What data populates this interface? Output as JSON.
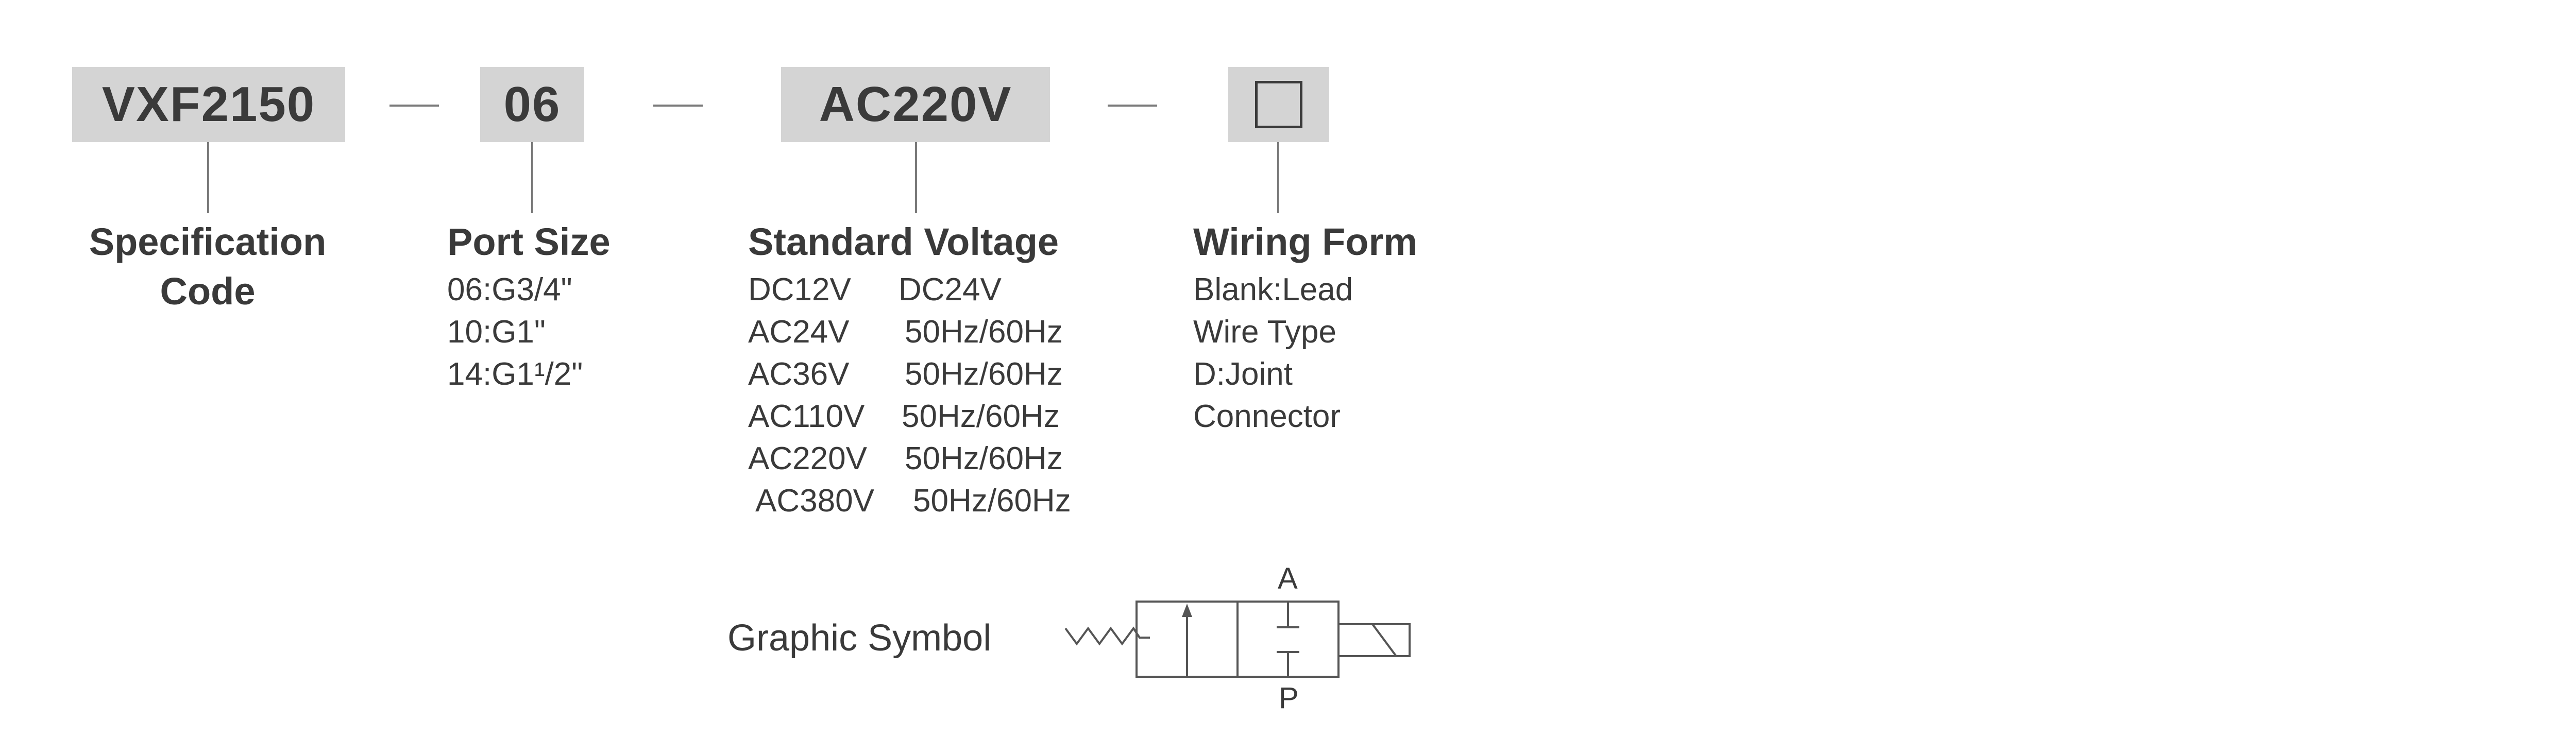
{
  "codes": {
    "spec": "VXF2150",
    "port": "06",
    "voltage": "AC220V",
    "separator_1": "—",
    "separator_2": "—",
    "separator_3": "—"
  },
  "spec_section": {
    "heading_line1": "Specification",
    "heading_line2": "Code"
  },
  "port_section": {
    "heading": "Port Size",
    "items": [
      "06:G3/4\"",
      "10:G1\"",
      "14:G1¹/2\""
    ]
  },
  "voltage_section": {
    "heading": "Standard Voltage",
    "rows": [
      {
        "voltage": "DC12V",
        "freq": "DC24V"
      },
      {
        "voltage": "AC24V",
        "freq": "50Hz/60Hz"
      },
      {
        "voltage": "AC36V",
        "freq": "50Hz/60Hz"
      },
      {
        "voltage": "AC110V",
        "freq": "50Hz/60Hz"
      },
      {
        "voltage": "AC220V",
        "freq": "50Hz/60Hz"
      },
      {
        "voltage": "AC380V",
        "freq": "50Hz/60Hz"
      }
    ]
  },
  "wiring_section": {
    "heading": "Wiring Form",
    "items": [
      "Blank:Lead",
      "Wire Type",
      "D:Joint",
      "Connector"
    ]
  },
  "graphic_symbol": {
    "caption": "Graphic Symbol",
    "port_a": "A",
    "port_p": "P"
  }
}
